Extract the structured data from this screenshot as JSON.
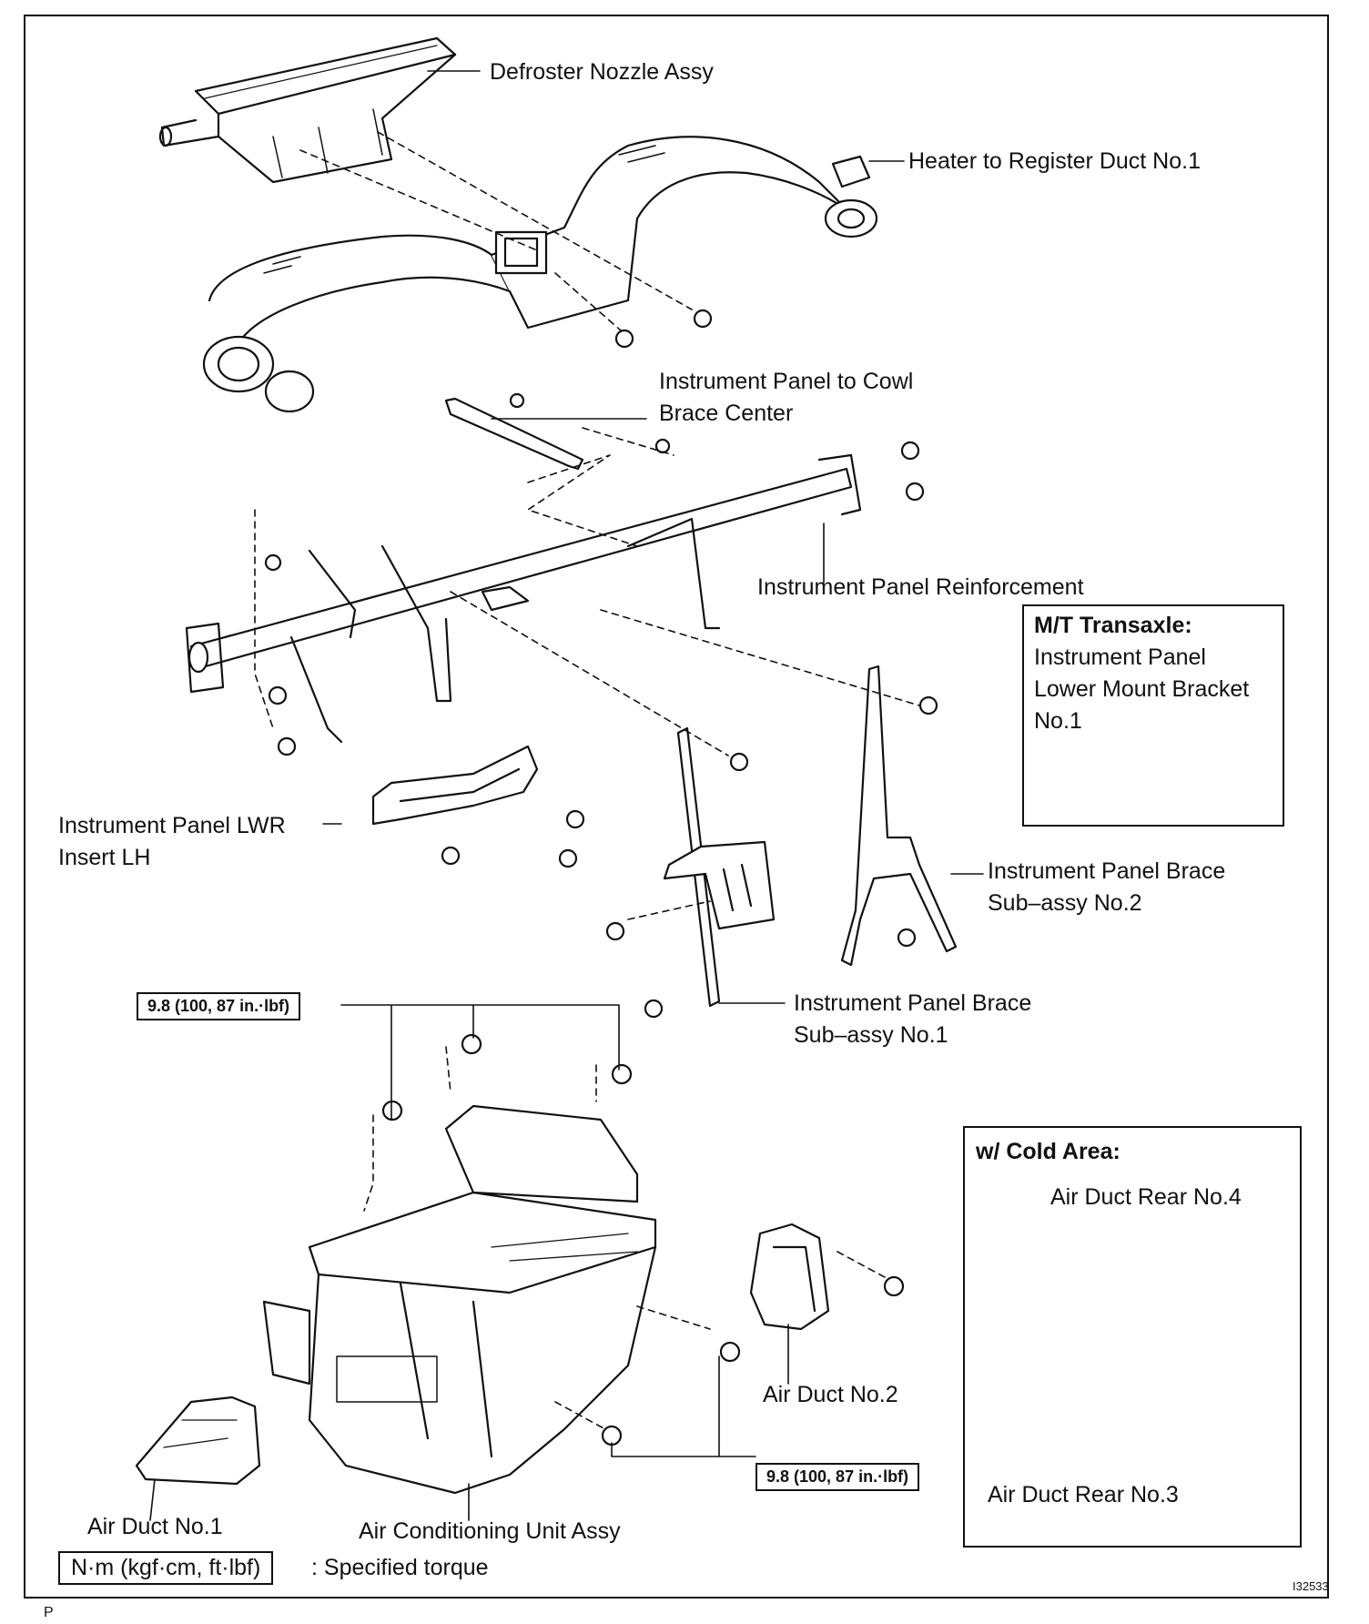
{
  "labels": {
    "defroster": "Defroster Nozzle Assy",
    "heater_duct": "Heater to Register Duct No.1",
    "cowl_brace_1": "Instrument Panel to Cowl",
    "cowl_brace_2": "Brace Center",
    "reinforcement": "Instrument Panel Reinforcement",
    "lwr_insert_1": "Instrument Panel LWR",
    "lwr_insert_2": "Insert LH",
    "brace2_1": "Instrument Panel Brace",
    "brace2_2": "Sub–assy No.2",
    "brace1_1": "Instrument Panel Brace",
    "brace1_2": "Sub–assy No.1",
    "air_duct_2": "Air Duct No.2",
    "air_duct_1": "Air Duct No.1",
    "ac_unit": "Air Conditioning Unit Assy"
  },
  "mt_box": {
    "title": "M/T Transaxle:",
    "line1": "Instrument Panel",
    "line2": "Lower Mount Bracket",
    "line3": "No.1"
  },
  "cold_box": {
    "title": "w/ Cold Area:",
    "rear4": "Air Duct Rear No.4",
    "rear3": "Air Duct Rear No.3"
  },
  "torque": {
    "upper": "9.8 (100, 87 in.·lbf)",
    "lower": "9.8 (100, 87 in.·lbf)"
  },
  "legend": {
    "unit": "N·m (kgf·cm, ft·lbf)",
    "desc": ": Specified torque"
  },
  "figure_id": "I32533",
  "corner_mark": "P"
}
